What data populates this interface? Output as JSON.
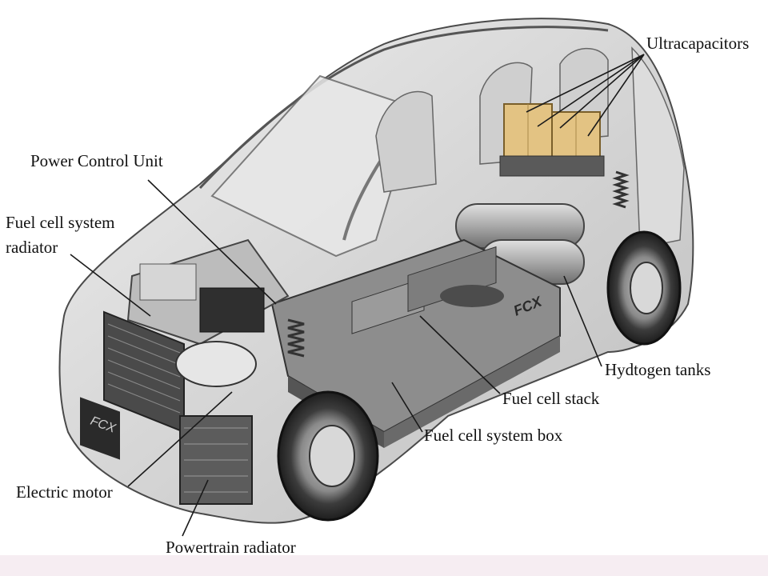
{
  "labels": {
    "ultracapacitors": "Ultracapacitors",
    "power_control_unit": "Power Control Unit",
    "fuel_cell_system_radiator_line1": "Fuel cell system",
    "fuel_cell_system_radiator_line2": "radiator",
    "hydrogen_tanks": "Hydtogen tanks",
    "fuel_cell_stack": "Fuel cell stack",
    "fuel_cell_system_box": "Fuel cell system box",
    "electric_motor": "Electric motor",
    "powertrain_radiator": "Powertrain radiator"
  },
  "badges": {
    "front_badge": "FCX",
    "side_badge": "FCX"
  },
  "colors": {
    "background": "#ffffff",
    "footer_strip": "#f6edf2",
    "car_body": "#d4d4d4",
    "car_dark": "#5a5a5a",
    "ultracapacitor_fill": "#e3c383",
    "leader_line": "#1a1a1a"
  }
}
